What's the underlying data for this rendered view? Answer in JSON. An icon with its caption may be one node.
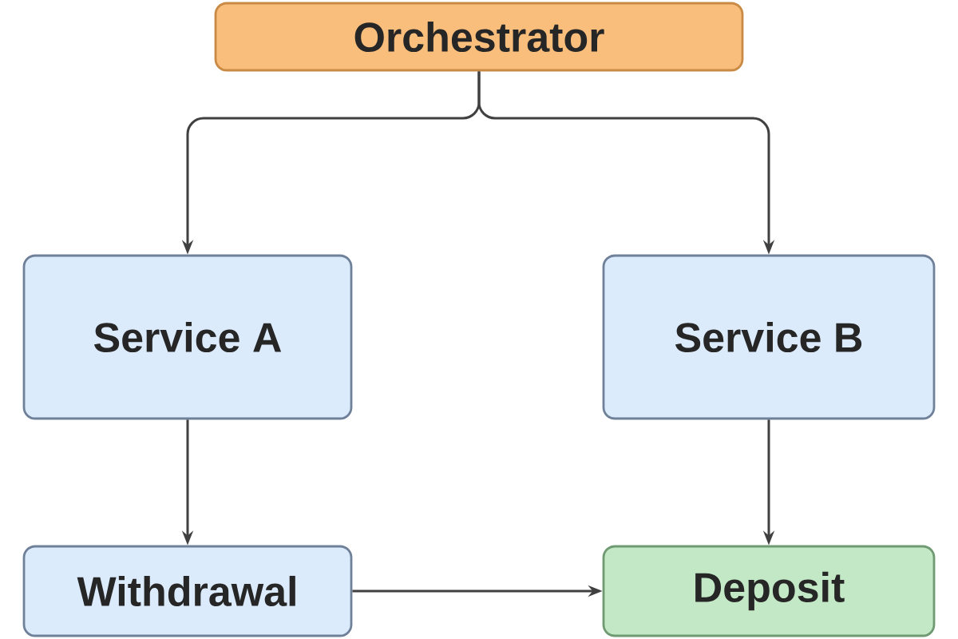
{
  "diagram": {
    "nodes": [
      {
        "text": [
          "Orchestrator"
        ]
      },
      {
        "text": [
          "Service A"
        ]
      },
      {
        "text": [
          "Service B"
        ]
      },
      {
        "text": [
          "Withdrawal"
        ]
      },
      {
        "text": [
          "Deposit"
        ]
      }
    ],
    "edges": [
      {
        "from": 0,
        "to": 1,
        "arrow": "to"
      },
      {
        "from": 0,
        "to": 2,
        "arrow": "to"
      },
      {
        "from": 1,
        "to": 3,
        "arrow": "to"
      },
      {
        "from": 2,
        "to": 4,
        "arrow": "to"
      },
      {
        "from": 3,
        "to": 4,
        "arrow": "to"
      }
    ]
  }
}
